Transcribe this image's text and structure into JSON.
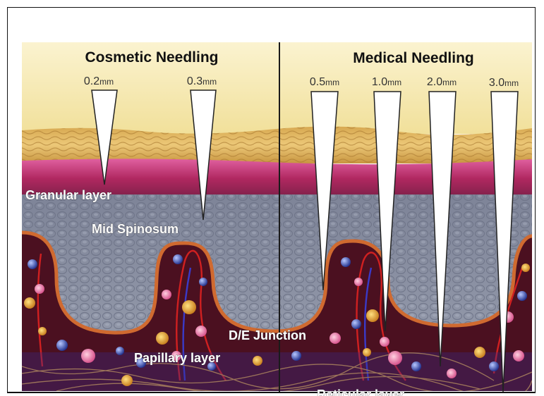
{
  "sections": {
    "cosmetic": {
      "title": "Cosmetic Needling",
      "needles": [
        {
          "value": "0.2",
          "unit": "mm"
        },
        {
          "value": "0.3",
          "unit": "mm"
        }
      ]
    },
    "medical": {
      "title": "Medical Needling",
      "needles": [
        {
          "value": "0.5",
          "unit": "mm"
        },
        {
          "value": "1.0",
          "unit": "mm"
        },
        {
          "value": "2.0",
          "unit": "mm"
        },
        {
          "value": "3.0",
          "unit": "mm"
        }
      ]
    }
  },
  "layers": {
    "granular": "Granular layer",
    "spinosum": "Mid Spinosum",
    "junction": "D/E Junction",
    "papillary": "Papillary layer",
    "reticular": "Reticular layer"
  },
  "colors": {
    "header": "#f7eec0",
    "stratum_corneum": "#e0b860",
    "granular": "#c2306a",
    "spinosum": "#8a90a4",
    "dermis": "#4b1020",
    "needle": "#ffffff"
  }
}
